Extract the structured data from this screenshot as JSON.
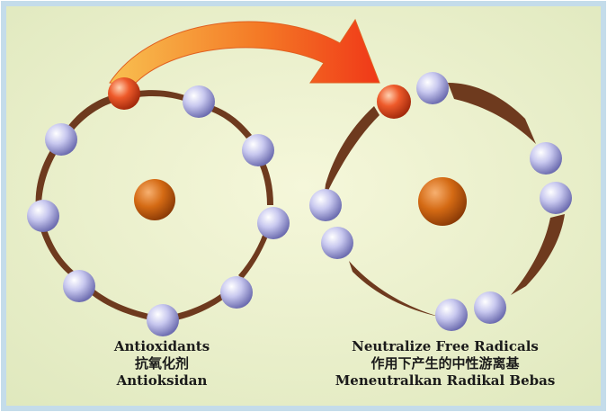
{
  "colors": {
    "background": "#eef2cf",
    "frame": "#c4dcea",
    "electron": "#c8c8ef",
    "free_radical_electron": "#ee5a2a",
    "nucleus": "#d46a14",
    "orbit": "#6e3a1e",
    "arrow_start": "#f8b23a",
    "arrow_end": "#f03818"
  },
  "icons": {
    "transfer_arrow": "curved-arrow-icon",
    "electron": "electron-sphere-icon",
    "nucleus": "nucleus-sphere-icon"
  },
  "left_atom": {
    "caption_en": "Antioxidants",
    "caption_zh": "抗氧化剂",
    "caption_ms": "Antioksidan"
  },
  "right_atom": {
    "caption_en": "Neutralize Free Radicals",
    "caption_zh": "作用下产生的中性游离基",
    "caption_ms": "Meneutralkan Radikal Bebas"
  }
}
